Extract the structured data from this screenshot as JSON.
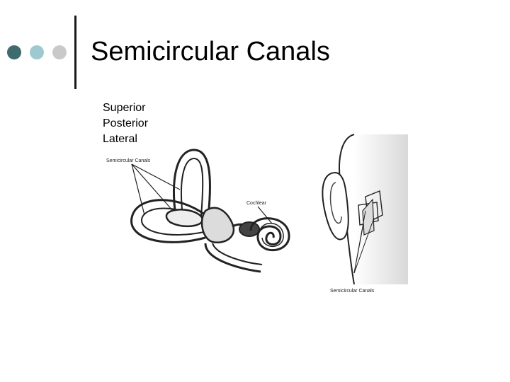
{
  "slide": {
    "title": "Semicircular Canals",
    "bullet_colors": [
      "#3f6b6e",
      "#9fc9d0",
      "#c9c9c9"
    ],
    "list": [
      "Superior",
      "Posterior",
      "Lateral"
    ]
  },
  "figure": {
    "label_canals": "Semicircular Canals",
    "label_cochlea": "Cochlear",
    "label_head_canals": "Semicircular Canals"
  }
}
